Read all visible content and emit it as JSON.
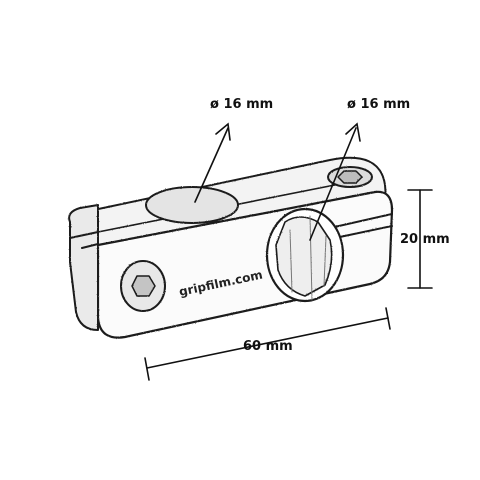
{
  "labels": {
    "left_bore": "ø 16 mm",
    "right_bore": "ø 16 mm",
    "height": "20 mm",
    "width": "60 mm"
  },
  "brand": "gripfilm.com"
}
